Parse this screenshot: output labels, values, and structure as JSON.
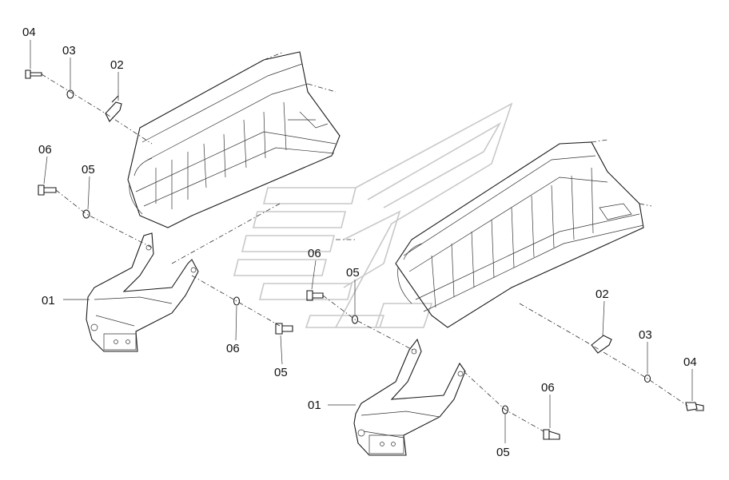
{
  "labels": {
    "l04a": "04",
    "l03a": "03",
    "l02a": "02",
    "l06a": "06",
    "l05a": "05",
    "l01a": "01",
    "l06b": "06",
    "l05b": "05",
    "l06c": "06",
    "l05c": "05",
    "l02b": "02",
    "l03b": "03",
    "l04b": "04",
    "l01b": "01",
    "l06d": "06",
    "l05d": "05"
  },
  "colors": {
    "ink": "#1a1a1a",
    "watermark": "#c8c8c8",
    "background": "#ffffff"
  }
}
